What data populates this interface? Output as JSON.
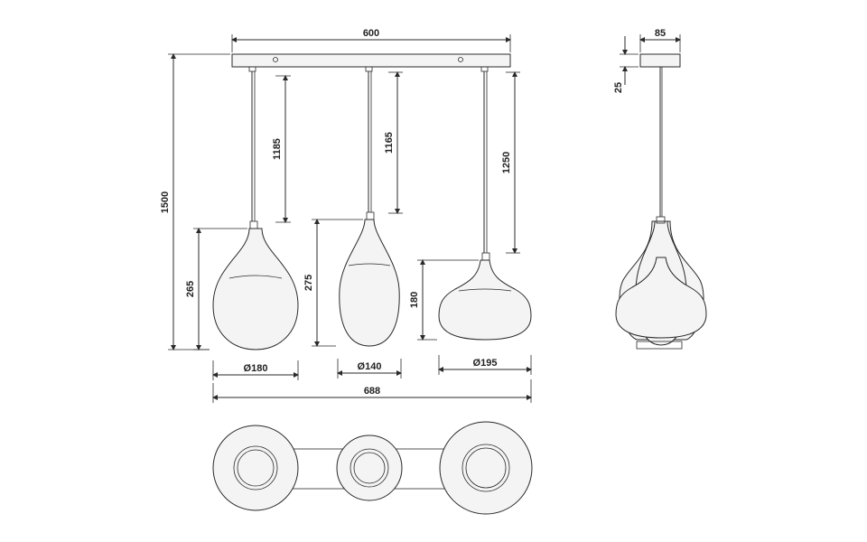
{
  "drawing": {
    "overall_width": "600",
    "lamp1_cord": "1185",
    "lamp2_cord": "1165",
    "lamp3_cord": "1250",
    "overall_height": "1500",
    "lamp1_height": "265",
    "lamp2_height": "275",
    "lamp3_height": "180",
    "lamp1_diameter": "Ø180",
    "lamp2_diameter": "Ø140",
    "lamp3_diameter": "Ø195",
    "total_span": "688",
    "canopy_depth": "85",
    "canopy_height": "25"
  }
}
